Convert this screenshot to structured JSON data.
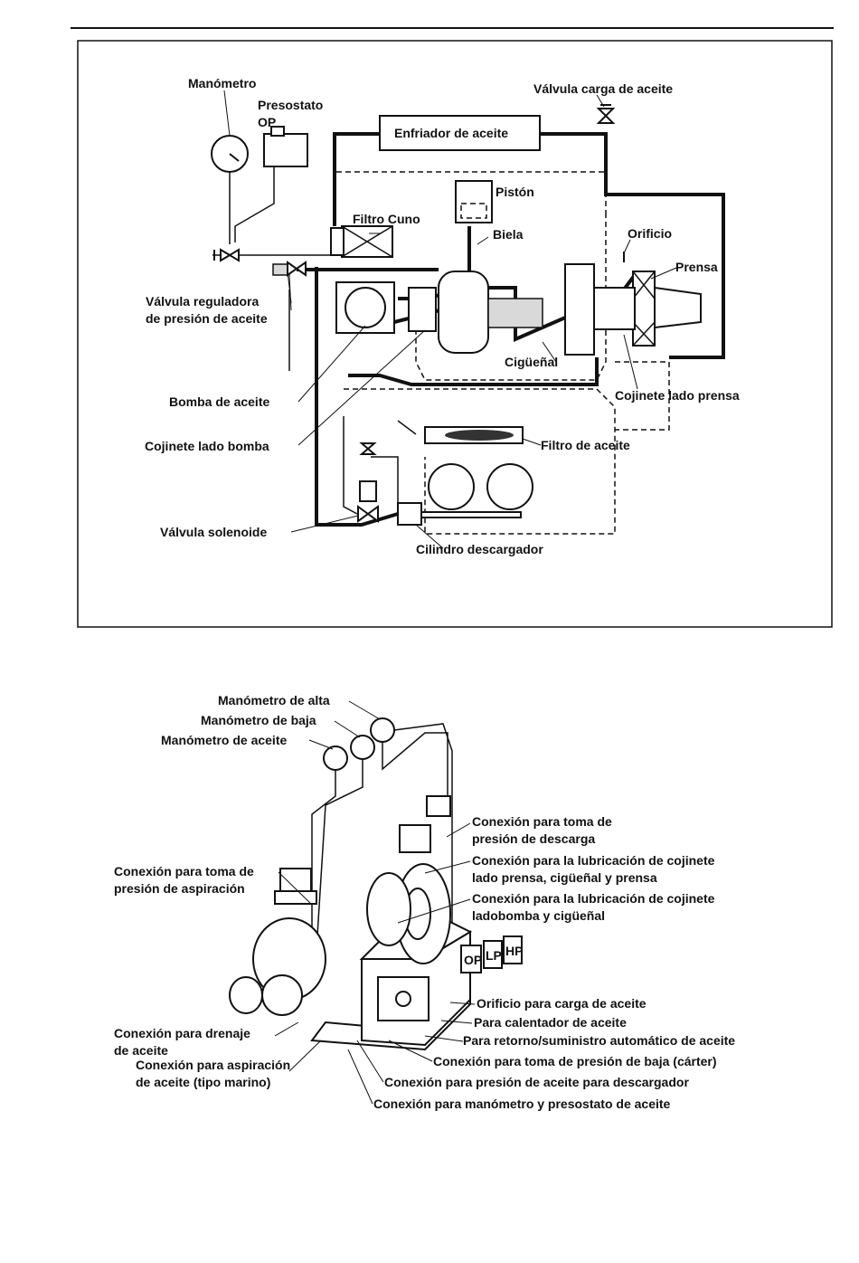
{
  "diagram1": {
    "labels": {
      "manometro": "Manómetro",
      "presostato": "Presostato",
      "op": "OP",
      "valvula_carga": "Válvula carga de aceite",
      "enfriador": "Enfriador de aceite",
      "piston": "Pistón",
      "filtro_cuno": "Filtro Cuno",
      "biela": "Biela",
      "orificio": "Orificio",
      "prensa": "Prensa",
      "valvula_reg_1": "Válvula reguladora",
      "valvula_reg_2": "de presión de aceite",
      "ciguenal": "Cigüeñal",
      "bomba": "Bomba de aceite",
      "cojinete_prensa": "Cojinete lado prensa",
      "cojinete_bomba": "Cojinete lado bomba",
      "filtro_aceite": "Filtro de aceite",
      "solenoide": "Válvula solenoide",
      "cilindro": "Cilindro descargador"
    }
  },
  "diagram2": {
    "labels": {
      "man_alta": "Manómetro de alta",
      "man_baja": "Manómetro de baja",
      "man_aceite": "Manómetro de aceite",
      "descarga_1": "Conexión para toma de",
      "descarga_2": "presión de descarga",
      "lub_prensa_1": "Conexión para la lubricación de cojinete",
      "lub_prensa_2": "lado prensa, cigüeñal y prensa",
      "aspiracion_1": "Conexión para toma de",
      "aspiracion_2": "presión de aspiración",
      "lub_bomba_1": "Conexión para la lubricación de cojinete",
      "lub_bomba_2": "ladobomba y cigüeñal",
      "orificio_carga": "Orificio para carga de aceite",
      "calentador": "Para calentador de aceite",
      "retorno": "Para retorno/suministro automático de aceite",
      "drenaje_1": "Conexión para drenaje",
      "drenaje_2": "de aceite",
      "presion_baja": "Conexión para toma de presión de baja (cárter)",
      "asp_marino_1": "Conexión para aspiración",
      "asp_marino_2": "de aceite (tipo marino)",
      "presion_desc": "Conexión para presión de aceite para descargador",
      "manometro_presostato": "Conexión para manómetro y presostato de aceite",
      "op": "OP",
      "lp": "LP",
      "hp": "HP"
    }
  }
}
